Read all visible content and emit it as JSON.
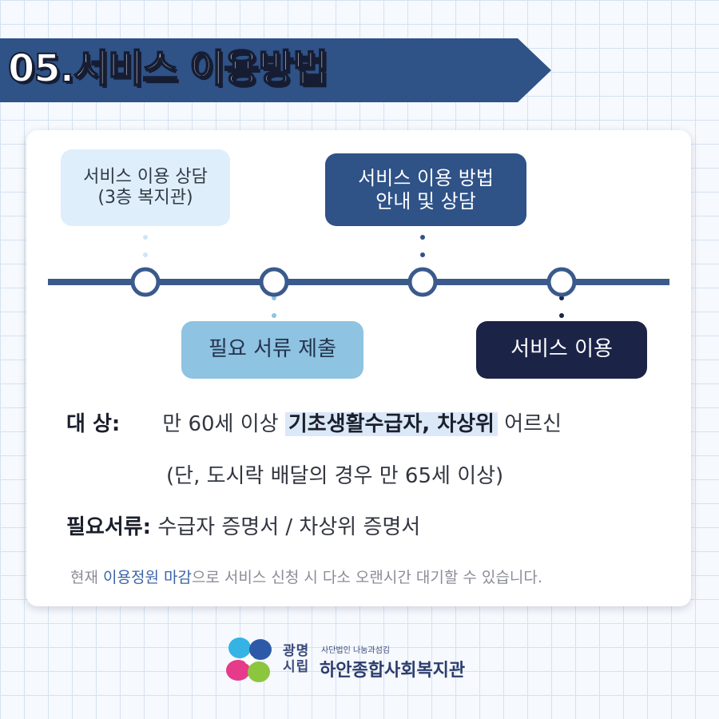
{
  "header": {
    "title": "05.서비스 이용방법"
  },
  "steps": [
    {
      "label": "서비스 이용 상담\n(3층 복지관)"
    },
    {
      "label": "서비스 이용 방법\n안내 및 상담"
    },
    {
      "label": "필요 서류 제출"
    },
    {
      "label": "서비스 이용"
    }
  ],
  "info": {
    "target_label": "대      상:",
    "target_pre": "만 60세 이상",
    "target_highlight": "기초생활수급자, 차상위",
    "target_post": "어르신",
    "target_exception": "(단, 도시락 배달의 경우 만 65세 이상)",
    "docs_label": "필요서류:",
    "docs_value": "수급자 증명서 / 차상위 증명서"
  },
  "note": {
    "pre": "현재",
    "accent": "이용정원 마감",
    "post": "으로 서비스 신청 시 다소 오랜시간 대기할 수 있습니다."
  },
  "footer": {
    "city": "광명\n시립",
    "subtitle": "사단법인 나눔과섬김",
    "org_name": "하안종합사회복지관"
  },
  "colors": {
    "banner": "#2f5287",
    "timeline": "#3a5a8c",
    "step_light": "#deeefb",
    "step_mid": "#2f5287",
    "step_sky": "#8ec3e1",
    "step_dark": "#1b2347"
  }
}
